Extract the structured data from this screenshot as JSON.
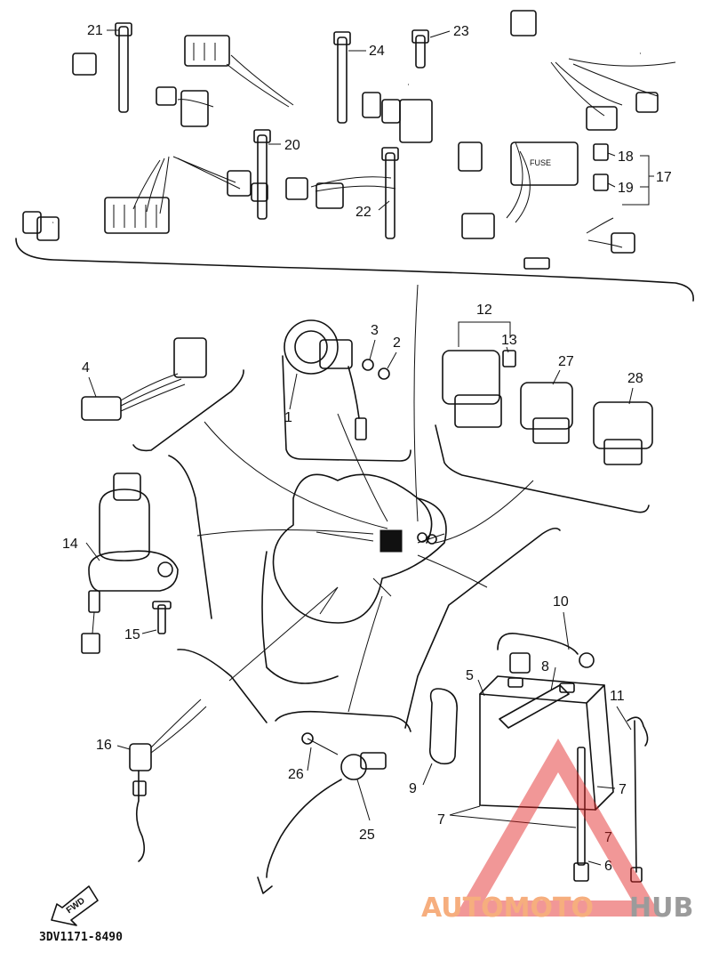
{
  "figure_code": "3DV1171-8490",
  "fwd_label": "FWD",
  "part_labels": [
    "1",
    "2",
    "3",
    "4",
    "5",
    "6",
    "7",
    "7",
    "7",
    "8",
    "9",
    "10",
    "11",
    "12",
    "13",
    "14",
    "15",
    "16",
    "17",
    "18",
    "19",
    "20",
    "21",
    "22",
    "23",
    "24",
    "25",
    "26",
    "27",
    "28"
  ],
  "watermark": {
    "part1": "AUTOMOTO",
    "part2": "HUB",
    "color1": "#f5a068",
    "color2": "#8a8a8a",
    "triangle_color": "#e02020"
  }
}
